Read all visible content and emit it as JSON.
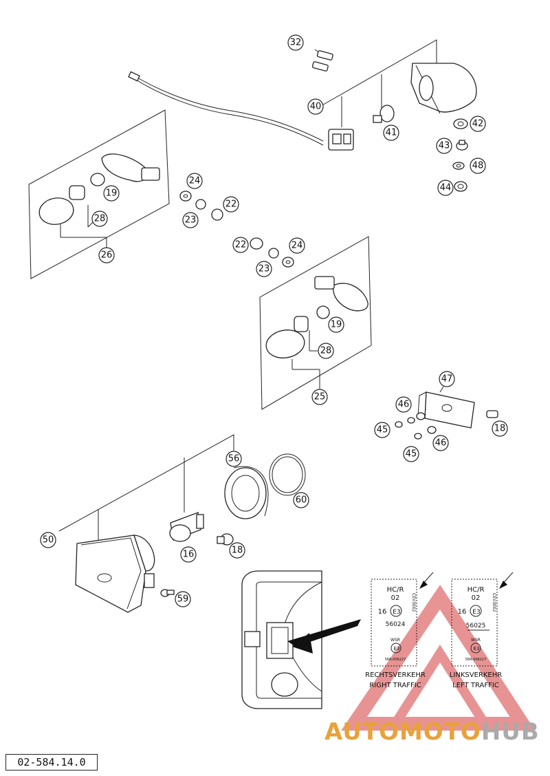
{
  "callouts": [
    {
      "id": "c32",
      "label": "32"
    },
    {
      "id": "c40",
      "label": "40"
    },
    {
      "id": "c41",
      "label": "41"
    },
    {
      "id": "c42",
      "label": "42"
    },
    {
      "id": "c43",
      "label": "43"
    },
    {
      "id": "c48",
      "label": "48"
    },
    {
      "id": "c44",
      "label": "44"
    },
    {
      "id": "c19a",
      "label": "19"
    },
    {
      "id": "c28a",
      "label": "28"
    },
    {
      "id": "c26",
      "label": "26"
    },
    {
      "id": "c24a",
      "label": "24"
    },
    {
      "id": "c22a",
      "label": "22"
    },
    {
      "id": "c23a",
      "label": "23"
    },
    {
      "id": "c22b",
      "label": "22"
    },
    {
      "id": "c23b",
      "label": "23"
    },
    {
      "id": "c24b",
      "label": "24"
    },
    {
      "id": "c19b",
      "label": "19"
    },
    {
      "id": "c28b",
      "label": "28"
    },
    {
      "id": "c25",
      "label": "25"
    },
    {
      "id": "c47",
      "label": "47"
    },
    {
      "id": "c46a",
      "label": "46"
    },
    {
      "id": "c45a",
      "label": "45"
    },
    {
      "id": "c18a",
      "label": "18"
    },
    {
      "id": "c46b",
      "label": "46"
    },
    {
      "id": "c45b",
      "label": "45"
    },
    {
      "id": "c56",
      "label": "56"
    },
    {
      "id": "c60",
      "label": "60"
    },
    {
      "id": "c50",
      "label": "50"
    },
    {
      "id": "c16",
      "label": "16"
    },
    {
      "id": "c18b",
      "label": "18"
    },
    {
      "id": "c59",
      "label": "59"
    }
  ],
  "labels": {
    "left": {
      "hcr": "HC/R",
      "num02": "02",
      "num16": "16",
      "e3": "E3",
      "code": "56024",
      "wsr": "WSR",
      "right_code": "56R-006227",
      "de": "RECHTSVERKEHR",
      "en": "RIGHT TRAFFIC",
      "side": "CEV3002"
    },
    "right": {
      "hcr": "HC/R",
      "num02": "02",
      "num16": "16",
      "e3": "E3",
      "code": "56025",
      "wsr": "WSR",
      "right_code": "56R-006227",
      "de": "LINKSVERKEHR",
      "en": "LEFT TRAFFIC",
      "side": "CEV3002"
    }
  },
  "doc_number": "02-584.14.0",
  "watermark": {
    "part1": "AUTOMOTO",
    "part2": "HUB",
    "color1": "#e8a23a",
    "color2": "#aaaaaa",
    "triangle_color": "#e07070"
  }
}
